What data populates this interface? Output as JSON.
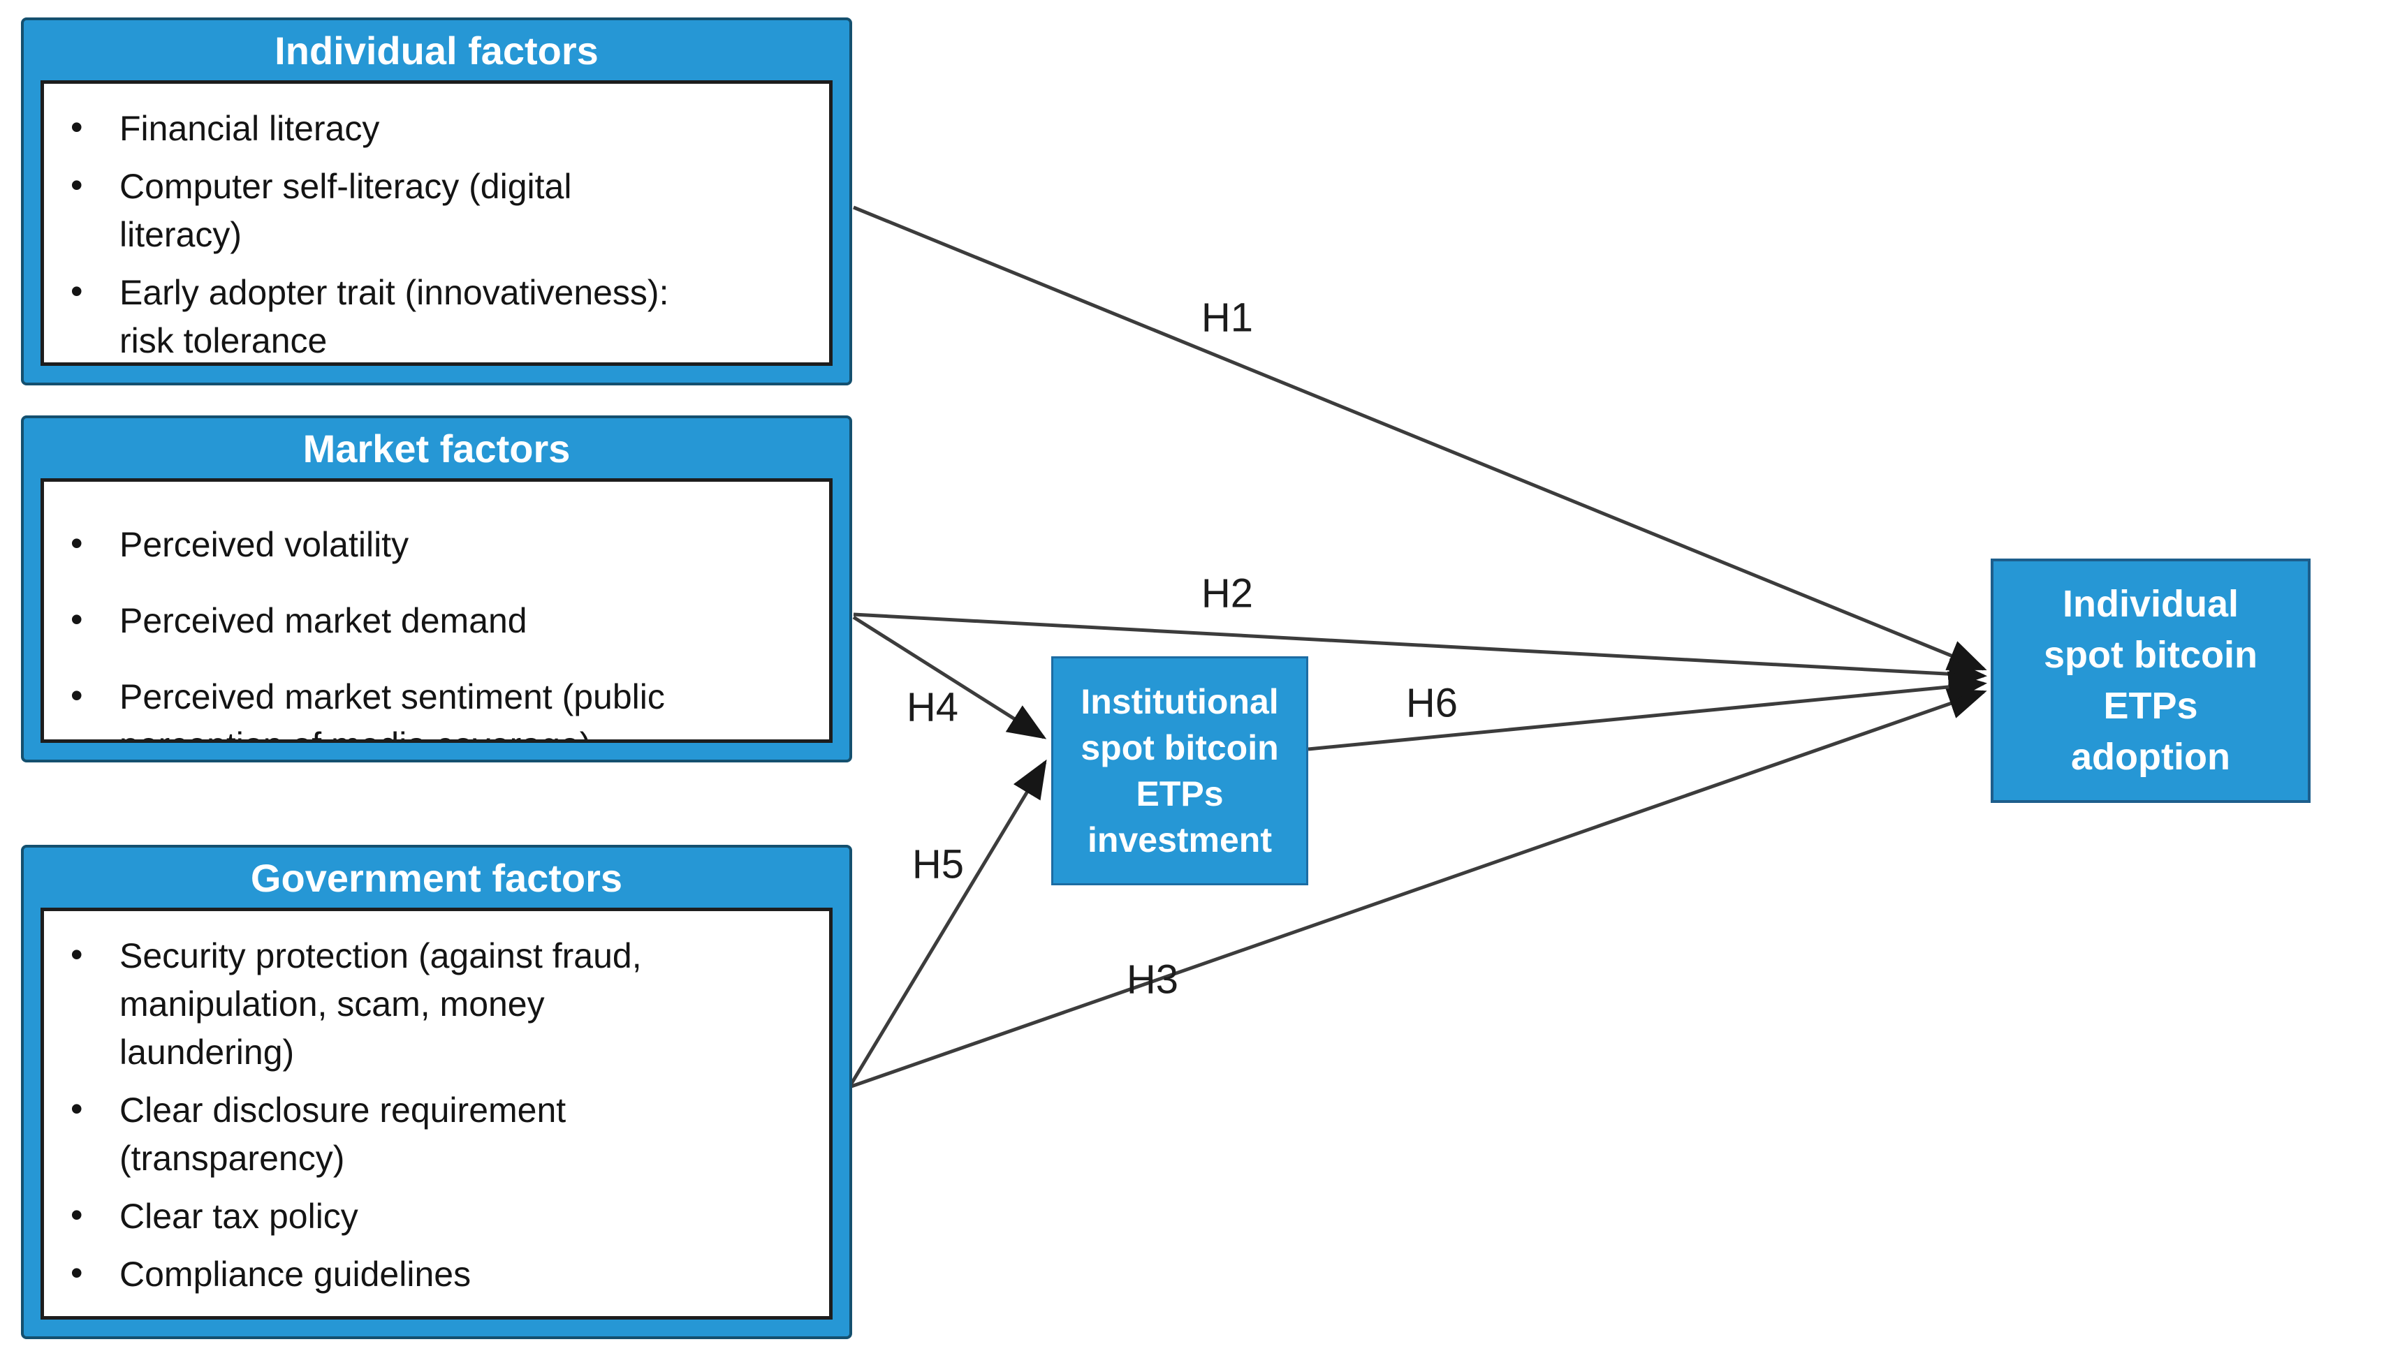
{
  "diagram": {
    "colors": {
      "box_fill": "#2697d5",
      "box_border": "#14506f",
      "inner_panel_border": "#1d1d1d",
      "arrow": "#3c3c3c",
      "text_dark": "#141414",
      "text_light": "#ffffff"
    },
    "left_boxes": [
      {
        "title": "Individual factors",
        "items": [
          "Financial literacy",
          "Computer self-literacy (digital\nliteracy)",
          "Early adopter trait (innovativeness):\nrisk tolerance"
        ]
      },
      {
        "title": "Market factors",
        "items": [
          "Perceived volatility",
          "Perceived market demand",
          "Perceived market sentiment (public\nperception of media coverage)"
        ]
      },
      {
        "title": "Government factors",
        "items": [
          "Security protection (against fraud,\nmanipulation, scam, money\nlaundering)",
          "Clear disclosure requirement\n(transparency)",
          "Clear tax policy",
          "Compliance guidelines"
        ]
      }
    ],
    "mediator_box": {
      "lines": [
        "Institutional",
        "spot bitcoin",
        "ETPs",
        "investment"
      ]
    },
    "outcome_box": {
      "lines": [
        "Individual",
        "spot bitcoin ETPs",
        "adoption"
      ]
    },
    "hypotheses": {
      "h1": "H1",
      "h2": "H2",
      "h3": "H3",
      "h4": "H4",
      "h5": "H5",
      "h6": "H6"
    }
  }
}
